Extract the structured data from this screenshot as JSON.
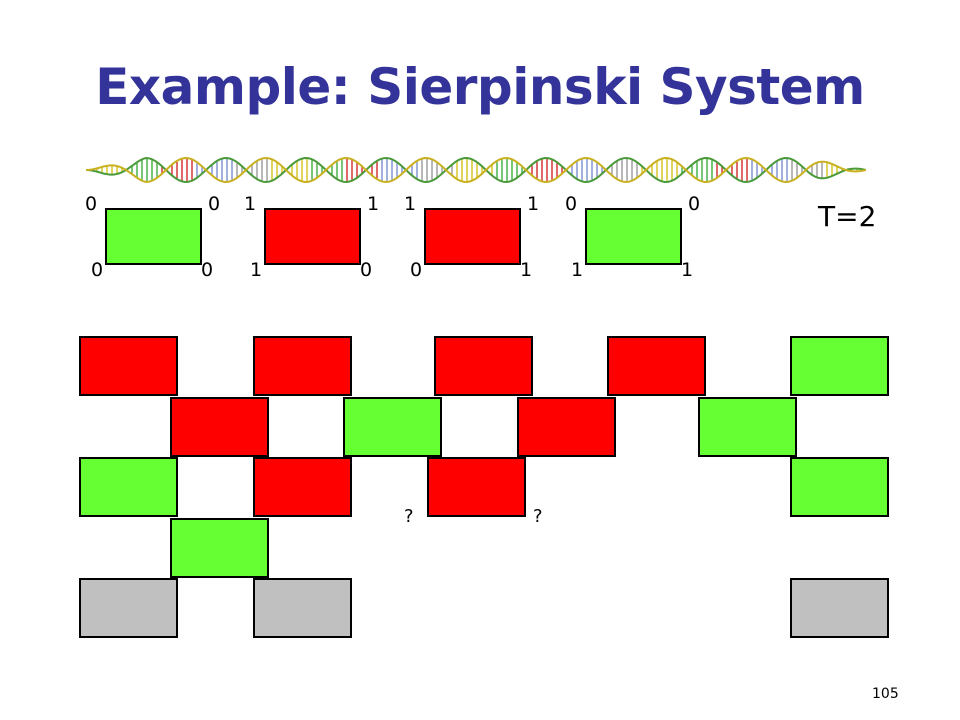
{
  "title": "Example: Sierpinski System",
  "colors": {
    "green": "#66ff33",
    "red": "#ff0000",
    "gray": "#c0c0c0",
    "title": "#333399"
  },
  "tile_set": [
    {
      "color": "green",
      "top_left": "0",
      "top_right": "0",
      "bottom_left": "0",
      "bottom_right": "0"
    },
    {
      "color": "red",
      "top_left": "1",
      "top_right": "1",
      "bottom_left": "1",
      "bottom_right": "0"
    },
    {
      "color": "red",
      "top_left": "1",
      "top_right": "1",
      "bottom_left": "0",
      "bottom_right": "1"
    },
    {
      "color": "green",
      "top_left": "0",
      "top_right": "0",
      "bottom_left": "1",
      "bottom_right": "1"
    }
  ],
  "temperature": "T=2",
  "assembly_rows": [
    [
      "red",
      "red",
      "red",
      "red",
      "green"
    ],
    [
      "red",
      "green",
      "red",
      "green"
    ],
    [
      "green",
      "red",
      "red",
      "green"
    ],
    [
      "green"
    ],
    [
      "gray",
      "gray",
      "gray"
    ]
  ],
  "unknown_marks": [
    "?",
    "?"
  ],
  "slide_number": "105"
}
